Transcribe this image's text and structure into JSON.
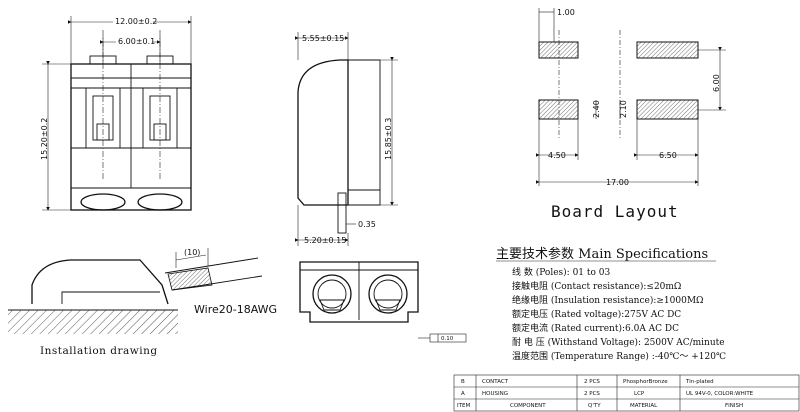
{
  "front_view": {
    "width_total": "12.00±0.2",
    "pitch": "6.00±0.1",
    "height": "15.20±0.2"
  },
  "side_view": {
    "top_width": "5.55±0.15",
    "height": "15.85±0.3",
    "pin_thickness": "0.35",
    "base_width": "5.20±0.15"
  },
  "board_layout": {
    "title": "Board Layout",
    "offset": "1.00",
    "slot_gap_a": "2.40",
    "slot_gap_b": "2.10",
    "row_pitch": "6.00",
    "left_width": "4.50",
    "right_width": "6.50",
    "total_width": "17.00"
  },
  "install": {
    "strip_length": "(10)",
    "wire_label": "Wire20-18AWG",
    "caption": "Installation drawing"
  },
  "bottom_view": {
    "flatness": "0.10"
  },
  "specs": {
    "heading": "主要技术参数 Main Specifications",
    "lines": [
      "线      数 (Poles): 01 to 03",
      "接触电阻 (Contact resistance):≤20mΩ",
      "绝缘电阻 (Insulation resistance):≥1000MΩ",
      "额定电压 (Rated voltage):275V AC DC",
      "额定电流 (Rated current):6.0A AC DC",
      "耐 电 压 (Withstand Voltage): 2500V AC/minute",
      "温度范围 (Temperature Range) :-40℃～ +120℃"
    ]
  },
  "bom": {
    "rows": [
      [
        "B",
        "CONTACT",
        "2 PCS",
        "PhosphorBronze",
        "Tin-plated"
      ],
      [
        "A",
        "HOUSING",
        "2 PCS",
        "LCP",
        "UL 94V-0, COLOR:WHITE"
      ],
      [
        "ITEM",
        "COMPONENT",
        "Q'TY",
        "MATERIAL",
        "FINISH"
      ]
    ]
  }
}
